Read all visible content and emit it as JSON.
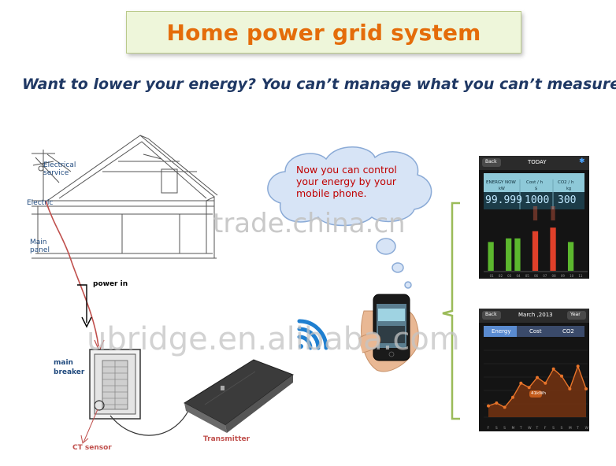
{
  "title": "Home power grid system",
  "subtitle": {
    "main": "Want to lower your energy?  You can’t manage what you can’t measure",
    "tail": "!"
  },
  "house": {
    "electrical_service": "Electrical service",
    "electric": "Electric",
    "main_panel": "Main panel",
    "power_in": "power in",
    "main_breaker": "main breaker",
    "ct_sensor": "CT sensor",
    "transmitter": "Transmitter"
  },
  "cloud_text": "Now you can control your energy by your mobile phone.",
  "watermarks": [
    "trade.china.cn",
    "ubridge.en.alibaba.com"
  ],
  "app_today": {
    "back": "Back",
    "header": "TODAY",
    "columns": [
      "ENERGY NOW",
      "Cost / h",
      "CO2 / h"
    ],
    "units": [
      "kW",
      "$",
      "kg"
    ],
    "readouts": [
      "99.999",
      "1000",
      "300"
    ],
    "x_labels": [
      "01",
      "02",
      "03",
      "04",
      "05",
      "06",
      "07",
      "08",
      "09",
      "10",
      "11"
    ]
  },
  "app_month": {
    "back": "Back",
    "header": "March ,2013",
    "year_btn": "Year",
    "tabs": [
      "Energy",
      "Cost",
      "CO2"
    ],
    "callout": "41kWh",
    "x_labels": [
      "F",
      "S",
      "S",
      "M",
      "T",
      "W",
      "T",
      "F",
      "S",
      "S",
      "M",
      "T",
      "W"
    ]
  },
  "colors": {
    "title": "#e46c0a",
    "subtitle": "#1f3864",
    "cloud_fill": "#d7e4f6",
    "cloud_stroke": "#8aaad6",
    "cloud_text": "#c00000",
    "label_blue": "#1f497d",
    "label_red": "#c0504d",
    "brace": "#9bbb59",
    "bar_green": "#5cb82e",
    "bar_red": "#e0402a",
    "line_orange": "#e8742a"
  },
  "chart_data": [
    {
      "type": "bar",
      "categories": [
        "01",
        "02",
        "03",
        "04",
        "05",
        "06",
        "07",
        "08",
        "09",
        "10",
        "11"
      ],
      "values": [
        8,
        0,
        9,
        9,
        0,
        11,
        0,
        12,
        0,
        8,
        0
      ],
      "series_colors": [
        "green",
        "none",
        "green",
        "green",
        "none",
        "red",
        "none",
        "red",
        "none",
        "green",
        "none"
      ],
      "ylim": [
        0,
        14
      ]
    },
    {
      "type": "area",
      "categories": [
        "F",
        "S",
        "S",
        "M",
        "T",
        "W",
        "T",
        "F",
        "S",
        "S",
        "M",
        "T",
        "W"
      ],
      "values": [
        8,
        10,
        7,
        14,
        24,
        21,
        28,
        24,
        34,
        29,
        20,
        36,
        20
      ],
      "ylim": [
        0,
        50
      ]
    }
  ]
}
